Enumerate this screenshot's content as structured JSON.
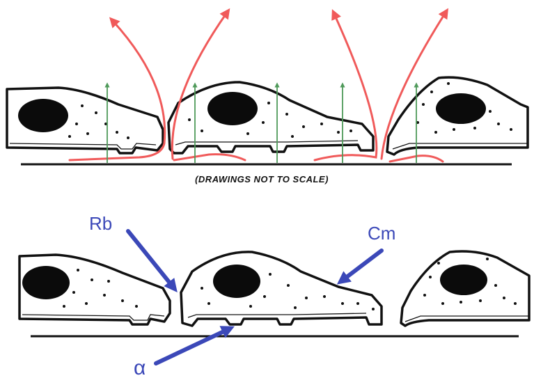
{
  "caption": "(DRAWINGS NOT TO SCALE)",
  "labels": {
    "rb": "Rb",
    "cm": "Cm",
    "alpha": "α"
  },
  "colors": {
    "outline": "#111111",
    "nucleus": "#0b0b0b",
    "current_flow": "#f05a5a",
    "field_arrow": "#4f9a5a",
    "pointer": "#3b48b8"
  }
}
